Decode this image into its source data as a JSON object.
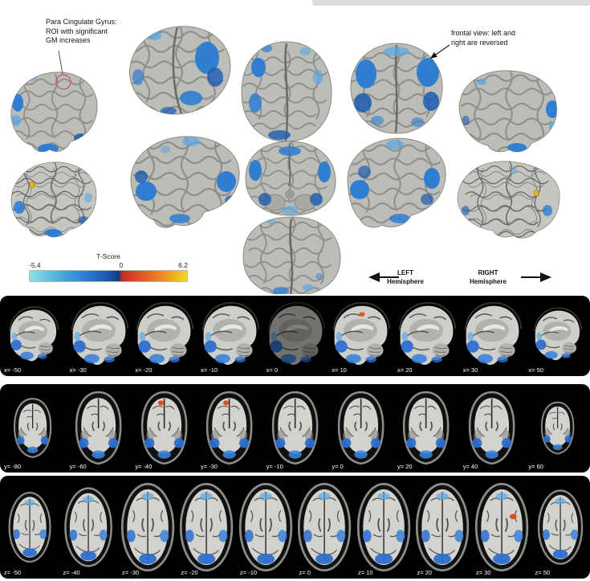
{
  "annotations": {
    "roi_lines": [
      "Para Cingulate Gyrus:",
      "ROI with significant",
      "GM increases"
    ],
    "frontal_lines": [
      "frontal view: left and",
      "right are reversed"
    ]
  },
  "colorbar": {
    "title": "T-Score",
    "min": "-5.4",
    "zero": "0",
    "max": "6.2"
  },
  "hemispheres": {
    "left": [
      "LEFT",
      "Hemisphere"
    ],
    "right": [
      "RIGHT",
      "Hemisphere"
    ]
  },
  "colors": {
    "negative_blue": "#2e6fd0",
    "positive_red": "#d8501f",
    "positive_yellow": "#f4d62a",
    "brain_gray": "#bdbdb8"
  },
  "slices": {
    "sagittal": [
      {
        "label": "x= -50"
      },
      {
        "label": "x= -30"
      },
      {
        "label": "x= -20"
      },
      {
        "label": "x= -10"
      },
      {
        "label": "x= 0",
        "variant": "dark"
      },
      {
        "label": "x= 10",
        "variant": "red"
      },
      {
        "label": "x= 20"
      },
      {
        "label": "x= 30"
      },
      {
        "label": "x= 50"
      }
    ],
    "coronal": [
      {
        "label": "y= -80"
      },
      {
        "label": "y= -60"
      },
      {
        "label": "y= -40",
        "variant": "red"
      },
      {
        "label": "y= -30",
        "variant": "red"
      },
      {
        "label": "y= -10"
      },
      {
        "label": "y= 0"
      },
      {
        "label": "y= 20"
      },
      {
        "label": "y= 40"
      },
      {
        "label": "y= 60"
      }
    ],
    "axial": [
      {
        "label": "z= -50"
      },
      {
        "label": "z= -40"
      },
      {
        "label": "z= -30"
      },
      {
        "label": "z= -20"
      },
      {
        "label": "z= -10"
      },
      {
        "label": "z= 0"
      },
      {
        "label": "z= 10"
      },
      {
        "label": "z= 20"
      },
      {
        "label": "z= 30",
        "variant": "red"
      },
      {
        "label": "z= 50"
      }
    ]
  }
}
